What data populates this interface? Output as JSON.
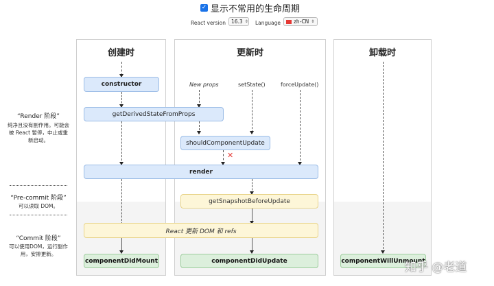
{
  "controls": {
    "show_all_label": "显示不常用的生命周期",
    "react_version_label": "React version",
    "react_version_value": "16.3",
    "language_label": "Language",
    "language_value": "zh-CN"
  },
  "columns": {
    "mount": "创建时",
    "update": "更新时",
    "unmount": "卸载时"
  },
  "triggers": {
    "new_props": "New props",
    "set_state": "setState()",
    "force_update": "forceUpdate()"
  },
  "methods": {
    "constructor": "constructor",
    "get_derived": "getDerivedStateFromProps",
    "should_update": "shouldComponentUpdate",
    "render": "render",
    "get_snapshot": "getSnapshotBeforeUpdate",
    "update_dom": "React 更新 DOM 和 refs",
    "did_mount": "componentDidMount",
    "did_update": "componentDidUpdate",
    "will_unmount": "componentWillUnmount"
  },
  "phases": {
    "render_title": "“Render 阶段”",
    "render_desc": "纯净且没有副作用。可能会被 React 暂停，中止或重新启动。",
    "precommit_title": "“Pre-commit 阶段”",
    "precommit_desc": "可以读取 DOM。",
    "commit_title": "“Commit 阶段”",
    "commit_desc": "可以使用DOM，运行副作用，安排更新。"
  },
  "watermark": "知乎 @老道",
  "colors": {
    "render_phase": "#dbe9fb",
    "precommit_phase": "#fdf6d8",
    "commit_phase": "#dcefdc",
    "checkbox": "#1a73e8",
    "cancel_mark": "#e53935"
  }
}
